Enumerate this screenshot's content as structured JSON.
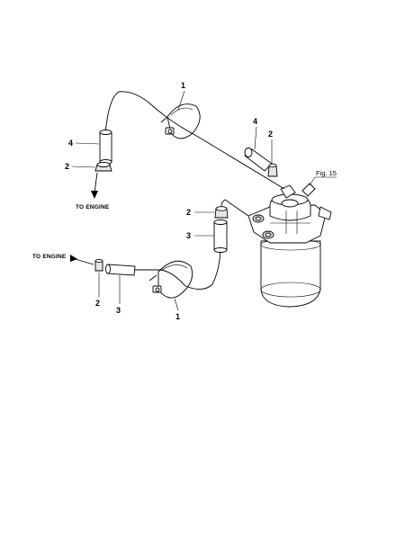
{
  "diagram": {
    "callouts": {
      "clamp_top": "1",
      "hose_top_left": "4",
      "clip_top_left": "2",
      "hose_top_right": "4",
      "clip_top_right": "2",
      "clip_mid": "2",
      "hose_mid": "3",
      "clip_bottom_left": "2",
      "hose_bottom_left": "3",
      "clamp_bottom": "1"
    },
    "labels": {
      "to_engine_top": "TO ENGINE",
      "to_engine_bottom": "TO ENGINE",
      "fig_ref": "Fig. 15"
    }
  }
}
